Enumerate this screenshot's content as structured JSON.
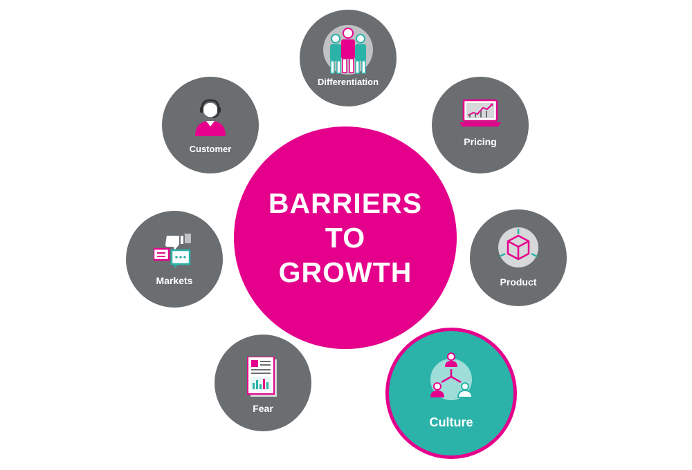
{
  "center": {
    "lines": [
      "BARRIERS",
      "TO",
      "GROWTH"
    ],
    "color": "#e5008c"
  },
  "nodes": [
    {
      "id": "differentiation",
      "label": "Differentiation",
      "icon": "team-people-icon"
    },
    {
      "id": "pricing",
      "label": "Pricing",
      "icon": "laptop-chart-icon"
    },
    {
      "id": "product",
      "label": "Product",
      "icon": "cube-icon"
    },
    {
      "id": "culture",
      "label": "Culture",
      "icon": "org-hierarchy-icon",
      "highlighted": true
    },
    {
      "id": "fear",
      "label": "Fear",
      "icon": "report-document-icon"
    },
    {
      "id": "markets",
      "label": "Markets",
      "icon": "thumbs-down-feedback-icon"
    },
    {
      "id": "customer",
      "label": "Customer",
      "icon": "headset-person-icon"
    }
  ],
  "colors": {
    "node_gray": "#6b6e70",
    "accent_pink": "#e5008c",
    "accent_teal": "#2bb3aa",
    "icon_light": "#d6d8d9"
  }
}
